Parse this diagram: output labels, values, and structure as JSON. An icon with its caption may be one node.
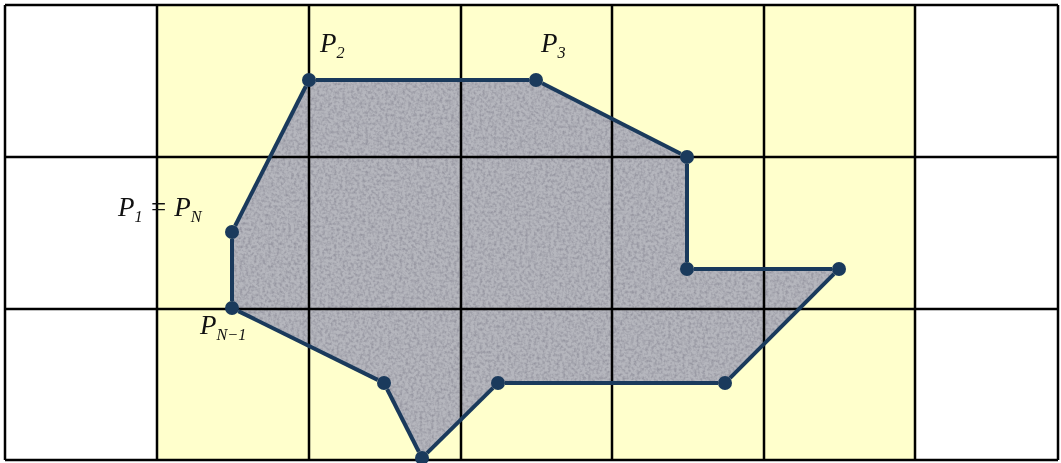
{
  "diagram": {
    "nodes": [
      {
        "text": [],
        "shape": "circle",
        "beside": [
          "P$_{1}$ = P$_{N}$"
        ]
      },
      {
        "text": [],
        "shape": "circle",
        "beside": [
          "P$_{2}$"
        ]
      },
      {
        "text": [],
        "shape": "circle",
        "beside": [
          "P$_{3}$"
        ]
      },
      {
        "text": [],
        "shape": "circle"
      },
      {
        "text": [],
        "shape": "circle"
      },
      {
        "text": [],
        "shape": "circle"
      },
      {
        "text": [],
        "shape": "circle"
      },
      {
        "text": [],
        "shape": "circle"
      },
      {
        "text": [],
        "shape": "circle"
      },
      {
        "text": [],
        "shape": "circle"
      },
      {
        "text": [],
        "shape": "circle",
        "beside": [
          "P$_{N−1}$"
        ]
      }
    ],
    "edges": [
      {
        "from": 0,
        "to": 1,
        "arrow": "none"
      },
      {
        "from": 1,
        "to": 2,
        "arrow": "none"
      },
      {
        "from": 2,
        "to": 3,
        "arrow": "none"
      },
      {
        "from": 3,
        "to": 4,
        "arrow": "none"
      },
      {
        "from": 4,
        "to": 5,
        "arrow": "none"
      },
      {
        "from": 5,
        "to": 6,
        "arrow": "none"
      },
      {
        "from": 6,
        "to": 7,
        "arrow": "none"
      },
      {
        "from": 7,
        "to": 8,
        "arrow": "none"
      },
      {
        "from": 8,
        "to": 9,
        "arrow": "none"
      },
      {
        "from": 9,
        "to": 10,
        "arrow": "none"
      },
      {
        "from": 10,
        "to": 0,
        "arrow": "none"
      }
    ]
  }
}
